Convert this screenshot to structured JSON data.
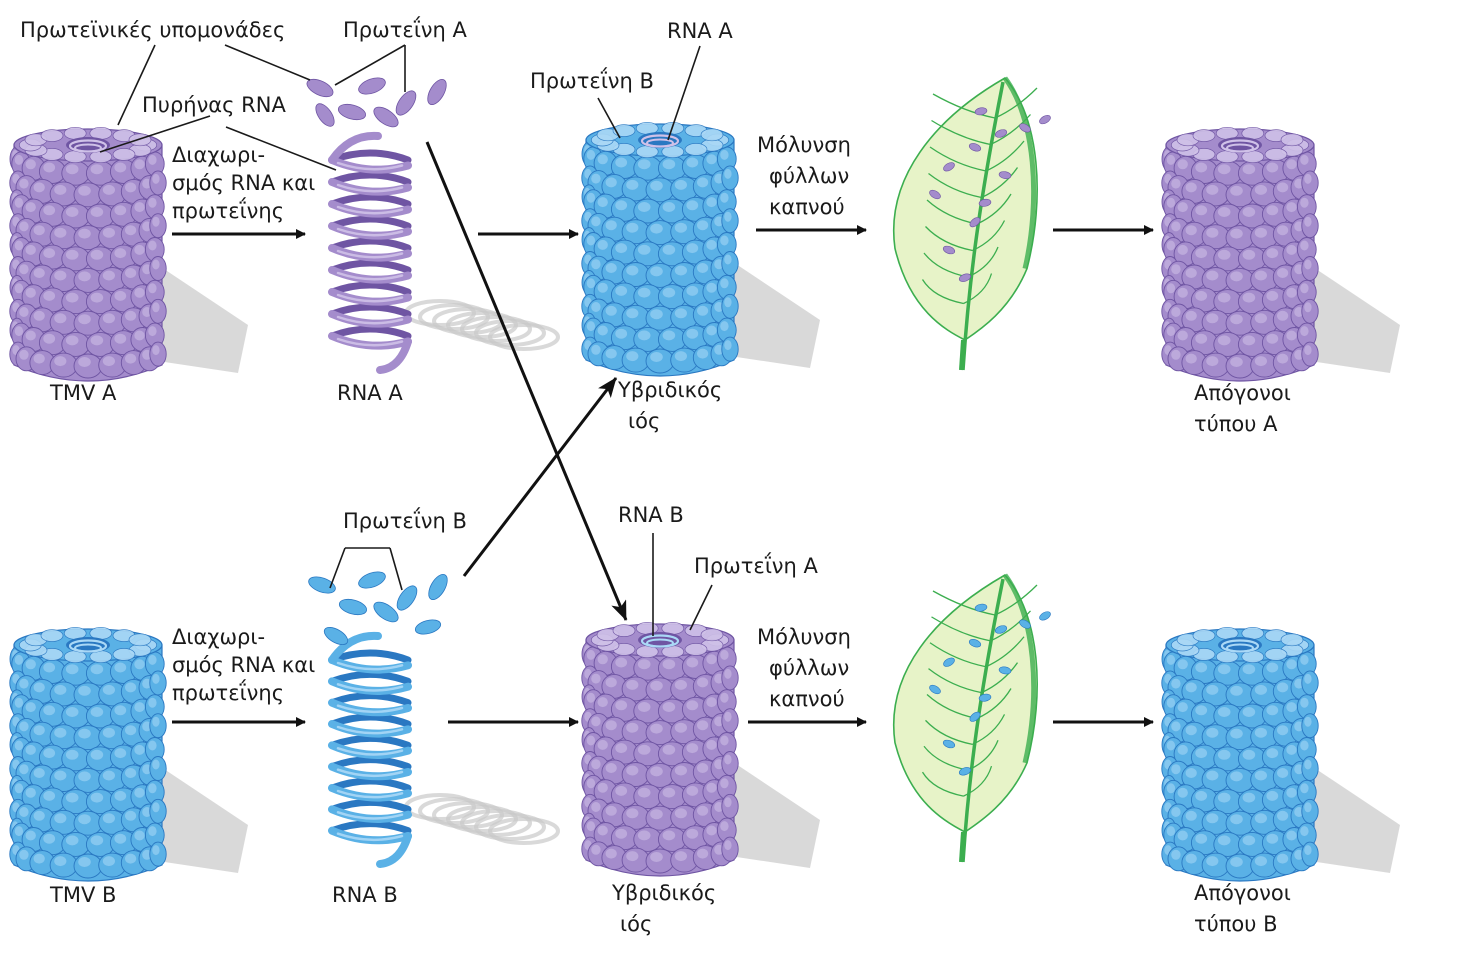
{
  "colors": {
    "purple": "#a48ccc",
    "purple_dark": "#6f55a3",
    "purple_light": "#cfc1e8",
    "blue": "#5ab1e6",
    "blue_dark": "#2a78c2",
    "blue_light": "#aad8f6",
    "leaf": "#e7f3c8",
    "leaf_vein": "#3cae4f",
    "shadow": "#d0d0d0"
  },
  "labels": {
    "protein_subunits": "Πρωτεϊνικές υπομονάδες",
    "protein_a_top": "Πρωτεΐνη Α",
    "rna_core": "Πυρήνας RNA",
    "separation_top": [
      "Διαχωρι-",
      "σμός RNA και",
      "πρωτεΐνης"
    ],
    "separation_bottom": [
      "Διαχωρι-",
      "σμός RNA και",
      "πρωτεΐνης"
    ],
    "tmv_a": "TMV A",
    "tmv_b": "TMV B",
    "rna_a_bottom": "RNA A",
    "rna_b_bottom": "RNA B",
    "rna_a_hybrid": "RNA A",
    "protein_b_hybrid": "Πρωτεΐνη Β",
    "rna_b_hybrid": "RNA B",
    "protein_a_hybrid": "Πρωτεΐνη Α",
    "protein_b_free": "Πρωτεΐνη Β",
    "hybrid_top": [
      "Υβριδικός",
      "ιός"
    ],
    "hybrid_bottom": [
      "Υβριδικός",
      "ιός"
    ],
    "infection_top": [
      "Μόλυνση",
      "φύλλων",
      "καπνού"
    ],
    "infection_bottom": [
      "Μόλυνση",
      "φύλλων",
      "καπνού"
    ],
    "progeny_a": [
      "Απόγονοι",
      "τύπου Α"
    ],
    "progeny_b": [
      "Απόγονοι",
      "τύπου Β"
    ]
  }
}
